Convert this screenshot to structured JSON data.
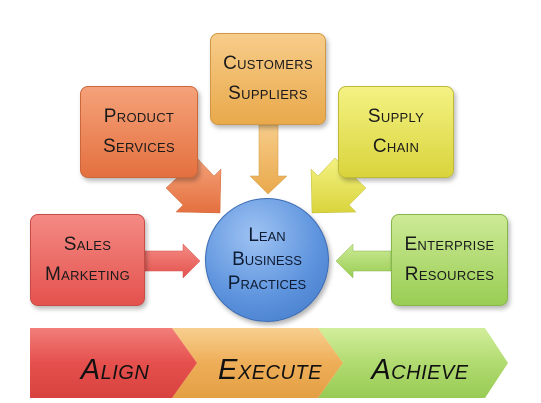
{
  "boxes": {
    "sales": {
      "line1": "Sales",
      "line2": "Marketing"
    },
    "product": {
      "line1": "Product",
      "line2": "Services"
    },
    "customers": {
      "line1": "Customers",
      "line2": "Suppliers"
    },
    "supply": {
      "line1": "Supply",
      "line2": "Chain"
    },
    "enterprise": {
      "line1": "Enterprise",
      "line2": "Resources"
    }
  },
  "center": {
    "line1": "Lean",
    "line2": "Business",
    "line3": "Practices"
  },
  "banner": {
    "align": "Align",
    "execute": "Execute",
    "achieve": "Achieve"
  },
  "colors": {
    "sales": "#e4524d",
    "product": "#e4703f",
    "customers": "#e9a94b",
    "supply": "#d9d43c",
    "enterprise": "#99cd54",
    "center": "#5f95de"
  }
}
